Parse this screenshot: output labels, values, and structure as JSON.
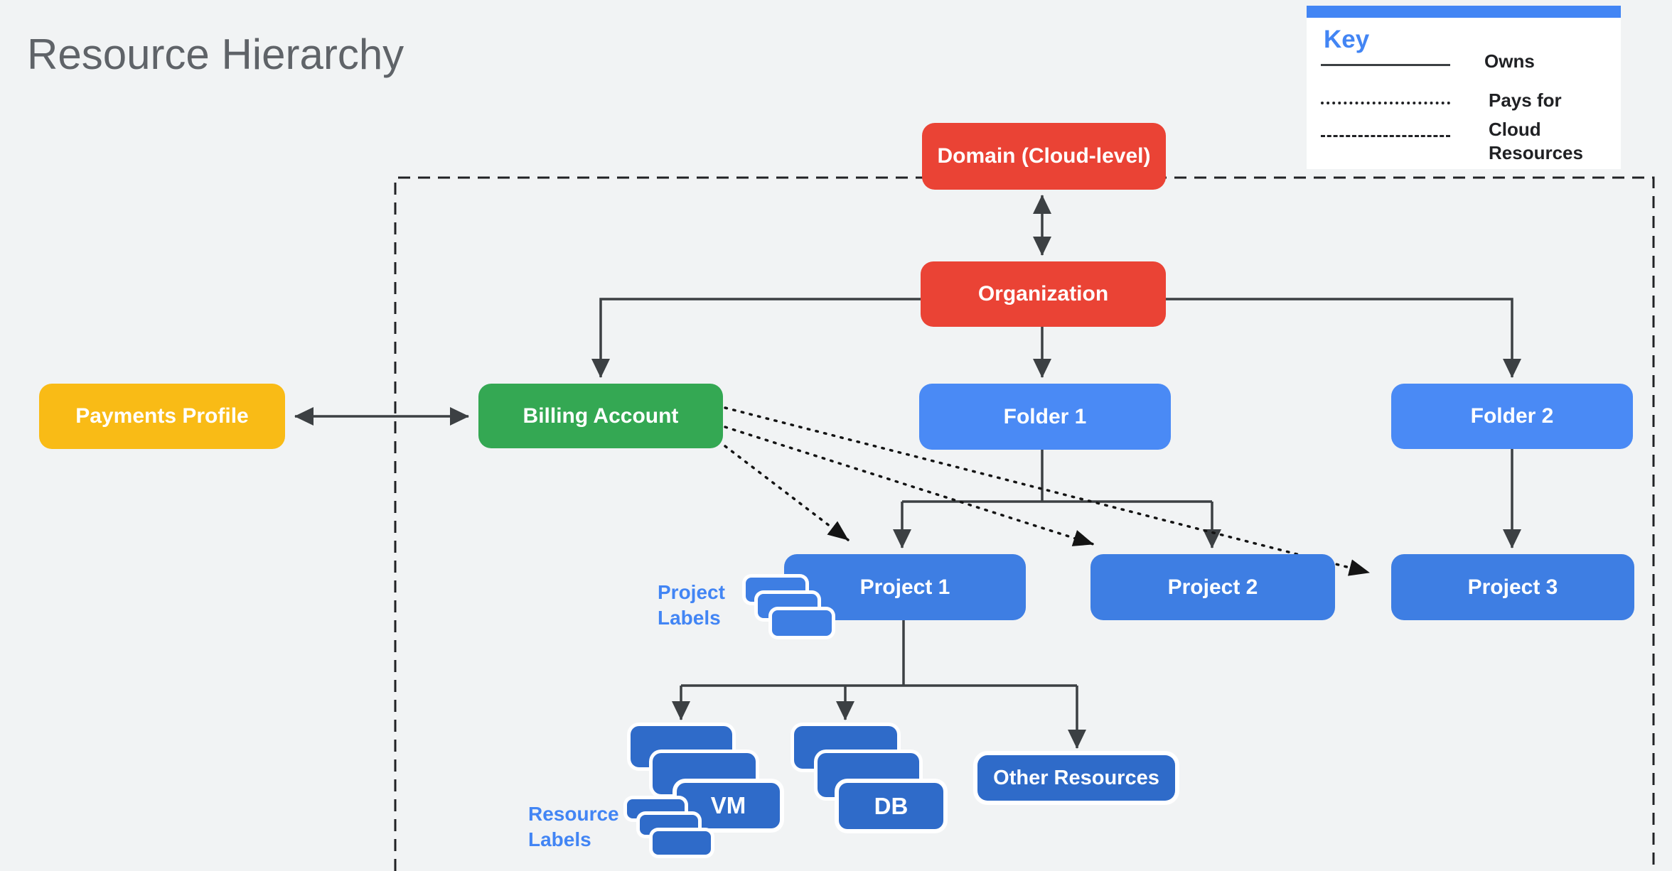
{
  "title": "Resource Hierarchy",
  "legend": {
    "title": "Key",
    "items": [
      {
        "style": "solid",
        "label": "Owns"
      },
      {
        "style": "dotted",
        "label": "Pays for"
      },
      {
        "style": "dashed",
        "label": "Cloud Resources"
      }
    ]
  },
  "nodes": {
    "domain": {
      "label": "Domain (Cloud-level)",
      "color": "#EA4335"
    },
    "organization": {
      "label": "Organization",
      "color": "#EA4335"
    },
    "payments_profile": {
      "label": "Payments Profile",
      "color": "#F9BB16"
    },
    "billing_account": {
      "label": "Billing Account",
      "color": "#34A853"
    },
    "folder1": {
      "label": "Folder 1",
      "color": "#4A8AF5"
    },
    "folder2": {
      "label": "Folder 2",
      "color": "#4A8AF5"
    },
    "project1": {
      "label": "Project 1",
      "color": "#3E7EE3"
    },
    "project2": {
      "label": "Project 2",
      "color": "#3E7EE3"
    },
    "project3": {
      "label": "Project 3",
      "color": "#3E7EE3"
    },
    "vm": {
      "label": "VM",
      "color": "#2F6BC9"
    },
    "db": {
      "label": "DB",
      "color": "#2F6BC9"
    },
    "other_resources": {
      "label": "Other Resources",
      "color": "#2F6BC9"
    }
  },
  "annotations": {
    "project_labels": "Project Labels",
    "resource_labels": "Resource Labels"
  },
  "boundary": {
    "represents": "Cloud Resources",
    "style": "dashed"
  },
  "edges": [
    {
      "from": "Domain (Cloud-level)",
      "to": "Organization",
      "relation": "owns",
      "bidirectional": true
    },
    {
      "from": "Organization",
      "to": "Billing Account",
      "relation": "owns"
    },
    {
      "from": "Organization",
      "to": "Folder 1",
      "relation": "owns"
    },
    {
      "from": "Organization",
      "to": "Folder 2",
      "relation": "owns"
    },
    {
      "from": "Payments Profile",
      "to": "Billing Account",
      "relation": "owns",
      "bidirectional": true
    },
    {
      "from": "Folder 1",
      "to": "Project 1",
      "relation": "owns"
    },
    {
      "from": "Folder 1",
      "to": "Project 2",
      "relation": "owns"
    },
    {
      "from": "Folder 2",
      "to": "Project 3",
      "relation": "owns"
    },
    {
      "from": "Billing Account",
      "to": "Project 1",
      "relation": "pays for"
    },
    {
      "from": "Billing Account",
      "to": "Project 2",
      "relation": "pays for"
    },
    {
      "from": "Billing Account",
      "to": "Project 3",
      "relation": "pays for"
    },
    {
      "from": "Project 1",
      "to": "VM",
      "relation": "owns"
    },
    {
      "from": "Project 1",
      "to": "DB",
      "relation": "owns"
    },
    {
      "from": "Project 1",
      "to": "Other Resources",
      "relation": "owns"
    }
  ],
  "colors": {
    "background": "#F1F3F4",
    "surface": "#FFFFFF",
    "red": "#EA4335",
    "green": "#34A853",
    "yellow": "#F9BB16",
    "folder_blue": "#4A8AF5",
    "project_blue": "#3E7EE3",
    "resource_blue": "#2F6BC9",
    "accent_blue": "#4285F4",
    "line": "#3C4043",
    "dark": "#202124",
    "title_gray": "#5F6368"
  }
}
